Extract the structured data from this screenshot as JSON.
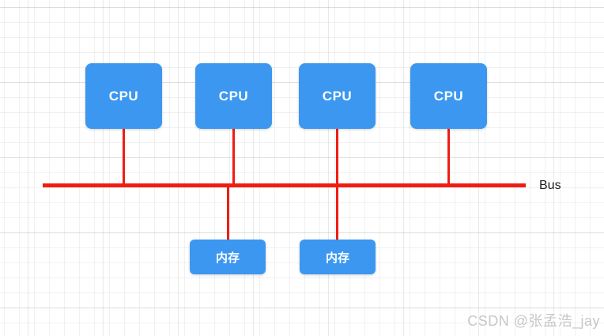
{
  "diagram": {
    "cpus": [
      {
        "label": "CPU"
      },
      {
        "label": "CPU"
      },
      {
        "label": "CPU"
      },
      {
        "label": "CPU"
      }
    ],
    "memories": [
      {
        "label": "内存"
      },
      {
        "label": "内存"
      }
    ],
    "bus": {
      "label": "Bus"
    },
    "colors": {
      "node_fill": "#3b97f0",
      "node_text": "#ffffff",
      "bus_red": "#f11c13",
      "bus_label_text": "#212121",
      "grid_line": "#ececec",
      "watermark_gray": "#c7c7c7"
    }
  },
  "watermark": {
    "text": "CSDN @张孟浩_jay"
  }
}
